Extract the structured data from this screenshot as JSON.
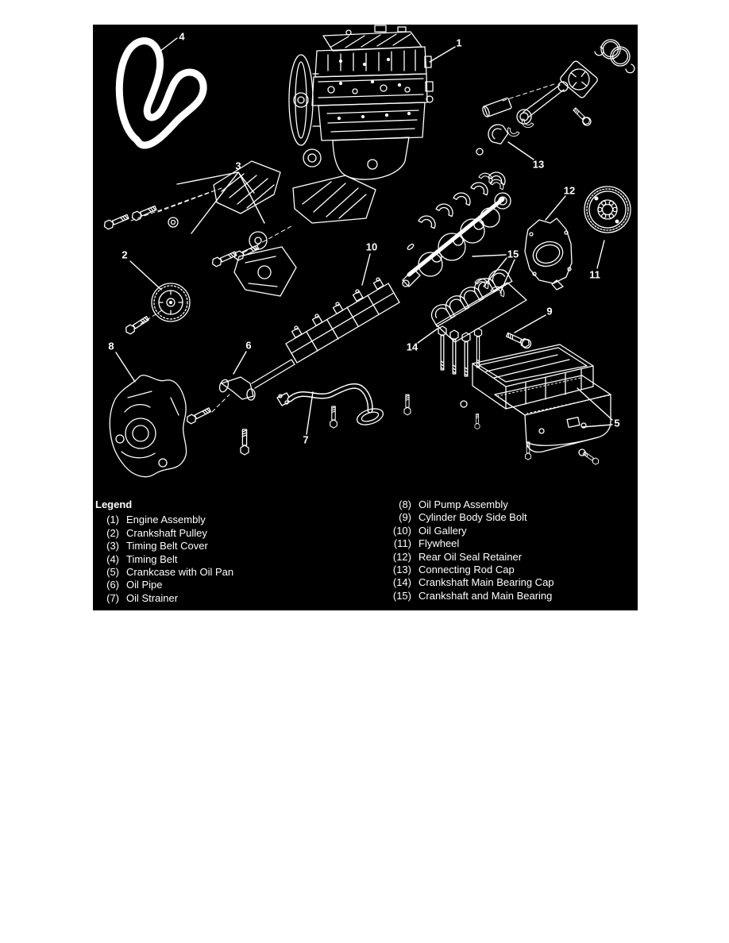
{
  "diagram": {
    "background_color": "#000000",
    "line_color": "#ffffff",
    "type": "exploded-engine-parts-diagram"
  },
  "legend": {
    "title": "Legend",
    "items": [
      {
        "number": "(1)",
        "label": "Engine Assembly"
      },
      {
        "number": "(2)",
        "label": "Crankshaft Pulley"
      },
      {
        "number": "(3)",
        "label": "Timing Belt Cover"
      },
      {
        "number": "(4)",
        "label": "Timing Belt"
      },
      {
        "number": "(5)",
        "label": "Crankcase with Oil Pan"
      },
      {
        "number": "(6)",
        "label": "Oil Pipe"
      },
      {
        "number": "(7)",
        "label": "Oil Strainer"
      },
      {
        "number": "(8)",
        "label": "Oil Pump Assembly"
      },
      {
        "number": "(9)",
        "label": "Cylinder Body Side Bolt"
      },
      {
        "number": "(10)",
        "label": "Oil Gallery"
      },
      {
        "number": "(11)",
        "label": "Flywheel"
      },
      {
        "number": "(12)",
        "label": "Rear Oil Seal Retainer"
      },
      {
        "number": "(13)",
        "label": "Connecting Rod Cap"
      },
      {
        "number": "(14)",
        "label": "Crankshaft Main Bearing Cap"
      },
      {
        "number": "(15)",
        "label": "Crankshaft and Main Bearing"
      }
    ]
  },
  "callouts": [
    {
      "number": "1",
      "part": "Engine Assembly"
    },
    {
      "number": "2",
      "part": "Crankshaft Pulley"
    },
    {
      "number": "3",
      "part": "Timing Belt Cover"
    },
    {
      "number": "4",
      "part": "Timing Belt"
    },
    {
      "number": "5",
      "part": "Crankcase with Oil Pan"
    },
    {
      "number": "6",
      "part": "Oil Pipe"
    },
    {
      "number": "7",
      "part": "Oil Strainer"
    },
    {
      "number": "8",
      "part": "Oil Pump Assembly"
    },
    {
      "number": "9",
      "part": "Cylinder Body Side Bolt"
    },
    {
      "number": "10",
      "part": "Oil Gallery"
    },
    {
      "number": "11",
      "part": "Flywheel"
    },
    {
      "number": "12",
      "part": "Rear Oil Seal Retainer"
    },
    {
      "number": "13",
      "part": "Connecting Rod Cap"
    },
    {
      "number": "14",
      "part": "Crankshaft Main Bearing Cap"
    },
    {
      "number": "15",
      "part": "Crankshaft and Main Bearing"
    }
  ]
}
